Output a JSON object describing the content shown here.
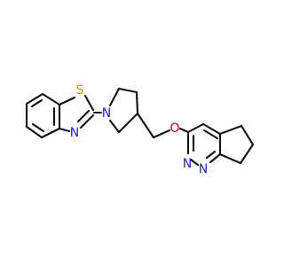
{
  "molecule": {
    "atoms": [
      {
        "id": "S1",
        "label": "S",
        "color": "#b5a400"
      },
      {
        "id": "N_thiazole",
        "label": "N",
        "color": "#1f1fd6"
      },
      {
        "id": "N_pyrrolidine",
        "label": "N",
        "color": "#1f1fd6"
      },
      {
        "id": "O_ether",
        "label": "O",
        "color": "#d40000"
      },
      {
        "id": "N_pyridazine_1",
        "label": "N",
        "color": "#1f1fd6"
      },
      {
        "id": "N_pyridazine_2",
        "label": "N",
        "color": "#1f1fd6"
      }
    ],
    "bond_color": "#111111"
  }
}
